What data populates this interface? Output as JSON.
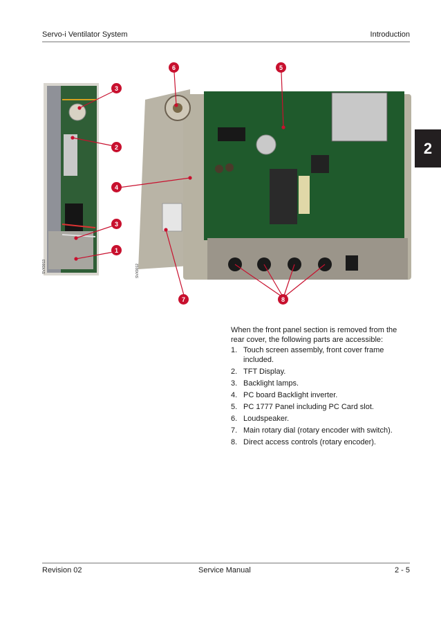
{
  "header": {
    "left": "Servo-i Ventilator System",
    "right": "Introduction"
  },
  "chapter_tab": "2",
  "figure": {
    "callouts": [
      "6",
      "5",
      "3",
      "2",
      "4",
      "3",
      "1",
      "7",
      "8"
    ],
    "image_codes": [
      "SVX9013",
      "SVX9012"
    ],
    "colors": {
      "callout": "#c8102e",
      "pcb": "#1f5a2c",
      "chassis": "#b9b4a6"
    }
  },
  "intro_text": "When the front panel section is removed from the rear cover, the following parts are accessible:",
  "parts": [
    {
      "num": "1.",
      "text": "Touch screen assembly, front cover frame included."
    },
    {
      "num": "2.",
      "text": "TFT Display."
    },
    {
      "num": "3.",
      "text": "Backlight lamps."
    },
    {
      "num": "4.",
      "text": "PC board Backlight inverter."
    },
    {
      "num": "5.",
      "text": "PC 1777 Panel including PC Card slot."
    },
    {
      "num": "6.",
      "text": "Loudspeaker."
    },
    {
      "num": "7.",
      "text": "Main rotary dial (rotary encoder with switch)."
    },
    {
      "num": "8.",
      "text": "Direct access controls (rotary encoder)."
    }
  ],
  "footer": {
    "left": "Revision 02",
    "center": "Service Manual",
    "right": "2 - 5"
  }
}
